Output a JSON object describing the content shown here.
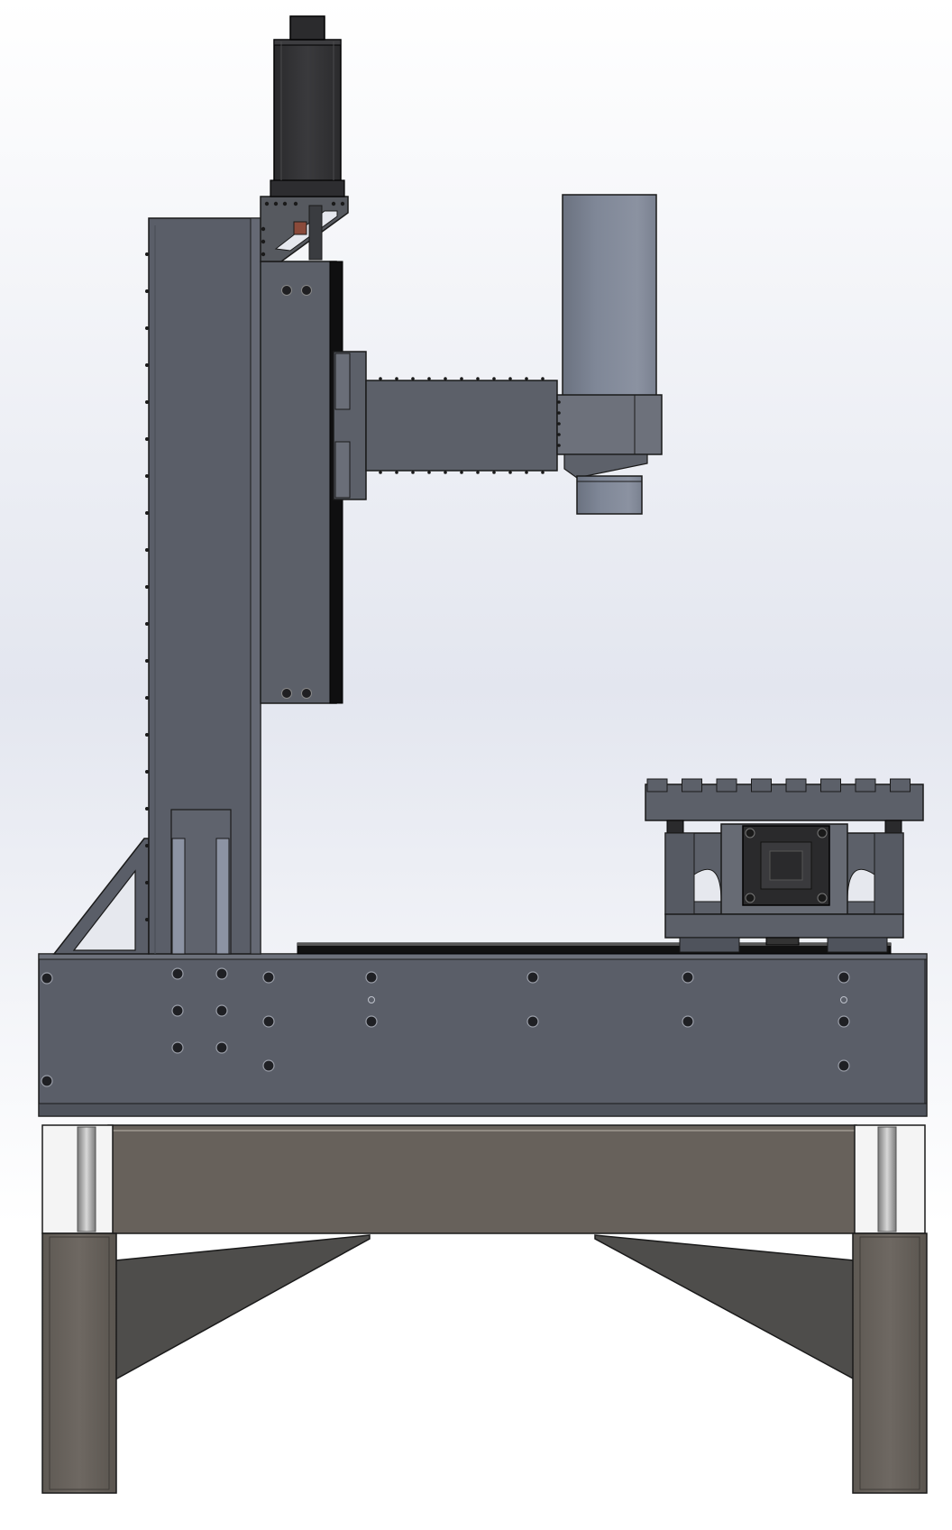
{
  "drawing": {
    "view": "side elevation",
    "colors": {
      "background_top": "#ffffff",
      "background_mid": "#e3e6ef",
      "steel_gray": "#5a5e68",
      "steel_gray_light": "#6d717b",
      "steel_gray_dark": "#4a4e57",
      "motor_black": "#2c2c2e",
      "tube_blue_gray": "#7d8594",
      "stand_brown": "#67615b",
      "stand_dark": "#4e4d4b",
      "rail_black": "#111111",
      "outline": "#1a1a1a"
    },
    "components": [
      "stepper-motor",
      "motor-mount-bracket",
      "vertical-column",
      "z-axis-carriage",
      "horizontal-arm",
      "spindle-housing",
      "gusset-brace",
      "base-frame",
      "linear-rail",
      "rotary-table",
      "support-stand"
    ]
  }
}
